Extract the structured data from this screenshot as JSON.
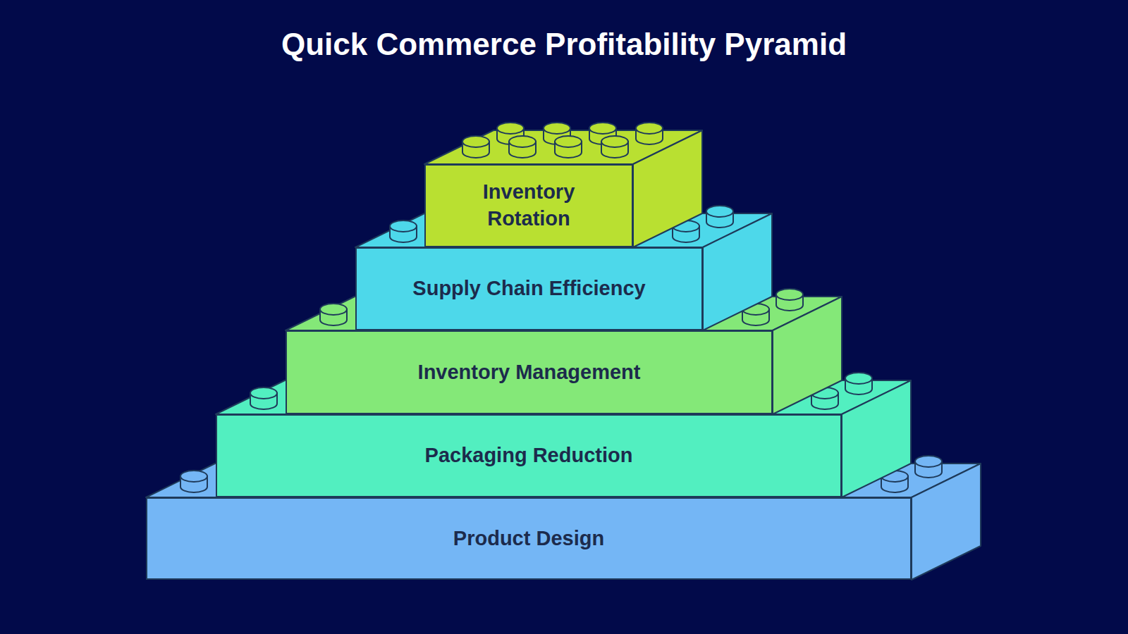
{
  "diagram": {
    "title": "Quick Commerce Profitability Pyramid",
    "nodes": [
      {
        "text": [
          "Inventory Rotation"
        ]
      },
      {
        "text": [
          "Supply Chain Efficiency"
        ]
      },
      {
        "text": [
          "Inventory Management"
        ]
      },
      {
        "text": [
          "Packaging Reduction"
        ]
      },
      {
        "text": [
          "Product Design"
        ]
      }
    ]
  }
}
